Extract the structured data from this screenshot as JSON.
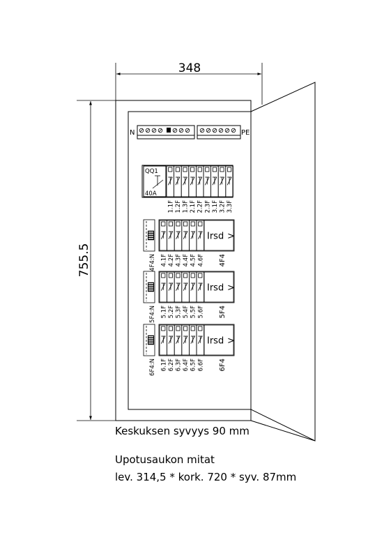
{
  "dimensions": {
    "width": "348",
    "height": "755.5"
  },
  "terminals": {
    "left_label": "N",
    "right_label": "PE"
  },
  "main_breaker": {
    "name": "QQ1",
    "rating": "40A"
  },
  "row1": {
    "breakers": [
      "1.1F",
      "1.2F",
      "1.3F",
      "2.1F",
      "2.2F",
      "2.3F",
      "3.1F",
      "3.2F",
      "3.3F"
    ]
  },
  "groups": [
    {
      "rcd_label": "4F4:N",
      "breakers": [
        "4.1F",
        "4.2F",
        "4.3F",
        "4.4F",
        "4.5F",
        "4.6F"
      ],
      "name": "4F4",
      "irsd": "Irsd",
      "arrow": ">"
    },
    {
      "rcd_label": "5F4:N",
      "breakers": [
        "5.1F",
        "5.2F",
        "5.3F",
        "5.4F",
        "5.5F",
        "5.6F"
      ],
      "name": "5F4",
      "irsd": "Irsd",
      "arrow": ">"
    },
    {
      "rcd_label": "6F4:N",
      "breakers": [
        "6.1F",
        "6.2F",
        "6.3F",
        "6.4F",
        "6.5F",
        "6.6F"
      ],
      "name": "6F4",
      "irsd": "Irsd",
      "arrow": ">"
    }
  ],
  "notes": {
    "depth": "Keskuksen syvyys 90 mm",
    "opening_title": "Upotusaukon mitat",
    "opening_dims": "lev. 314,5 * kork. 720 * syv. 87mm"
  }
}
